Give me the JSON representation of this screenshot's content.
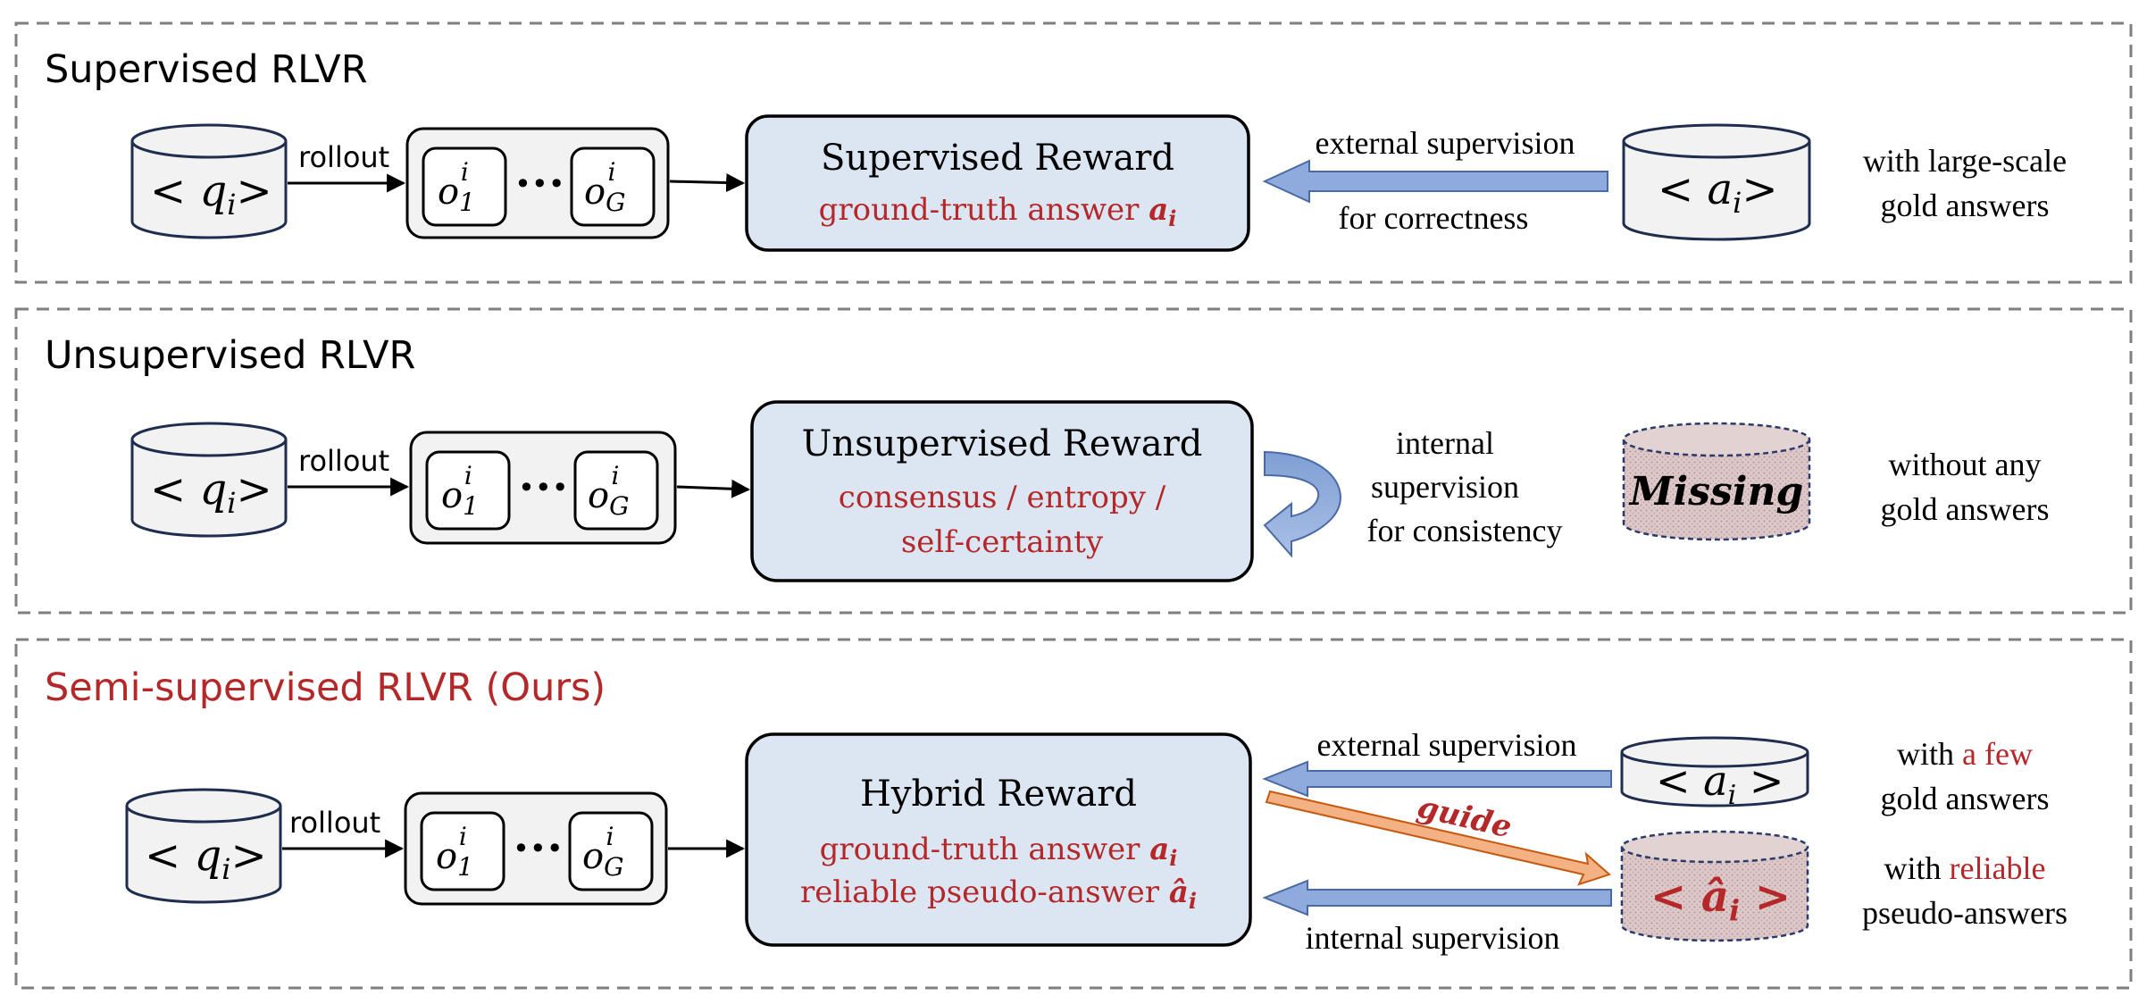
{
  "colors": {
    "accent_red": "#b4282a",
    "reward_fill": "#dce6f2",
    "arrow_blue": "#8faadc",
    "arrow_orange": "#f4b183",
    "cylinder_fill": "#f2f2f2",
    "missing_fill": "#d9c3c3"
  },
  "supervised": {
    "title": "Supervised RLVR",
    "question": "< q",
    "question_sub": "i",
    "question_close": ">",
    "rollout": "rollout",
    "o1": "o",
    "o1_sub": "1",
    "o1_sup": "i",
    "dots": "•••",
    "oG": "o",
    "oG_sub": "G",
    "oG_sup": "i",
    "reward_title": "Supervised Reward",
    "reward_line1": "ground-truth answer ",
    "reward_line1_var": "a",
    "reward_line1_sub": "i",
    "arrow_top": "external supervision",
    "arrow_bottom": "for correctness",
    "answer": "< a",
    "answer_sub": "i",
    "answer_close": ">",
    "note_line1": "with large-scale",
    "note_line2": "gold answers"
  },
  "unsupervised": {
    "title": "Unsupervised RLVR",
    "question": "< q",
    "question_sub": "i",
    "question_close": ">",
    "rollout": "rollout",
    "o1": "o",
    "o1_sub": "1",
    "o1_sup": "i",
    "dots": "•••",
    "oG": "o",
    "oG_sub": "G",
    "oG_sup": "i",
    "reward_title": "Unsupervised Reward",
    "reward_line1": "consensus / entropy /",
    "reward_line2": "self-certainty",
    "loop_line1": "internal",
    "loop_line2": "supervision",
    "loop_line3": "for consistency",
    "missing": "Missing",
    "note_line1": "without any",
    "note_line2": "gold answers"
  },
  "semi": {
    "title": "Semi-supervised RLVR (Ours)",
    "question": "< q",
    "question_sub": "i",
    "question_close": ">",
    "rollout": "rollout",
    "o1": "o",
    "o1_sub": "1",
    "o1_sup": "i",
    "dots": "•••",
    "oG": "o",
    "oG_sub": "G",
    "oG_sup": "i",
    "reward_title": "Hybrid Reward",
    "reward_line1": "ground-truth answer ",
    "reward_line1_var": "a",
    "reward_line1_sub": "i",
    "reward_line2": "reliable pseudo-answer ",
    "reward_line2_var": "â",
    "reward_line2_sub": "i",
    "ext_label": "external supervision",
    "int_label": "internal supervision",
    "guide": "guide",
    "answer": "< a",
    "answer_sub": "i",
    "answer_close": " >",
    "pseudo": "< â",
    "pseudo_sub": "i",
    "pseudo_close": " >",
    "note1_pre": "with ",
    "note1_red": "a few",
    "note1_line2": "gold answers",
    "note2_pre": "with ",
    "note2_red": "reliable",
    "note2_line2": "pseudo-answers"
  }
}
